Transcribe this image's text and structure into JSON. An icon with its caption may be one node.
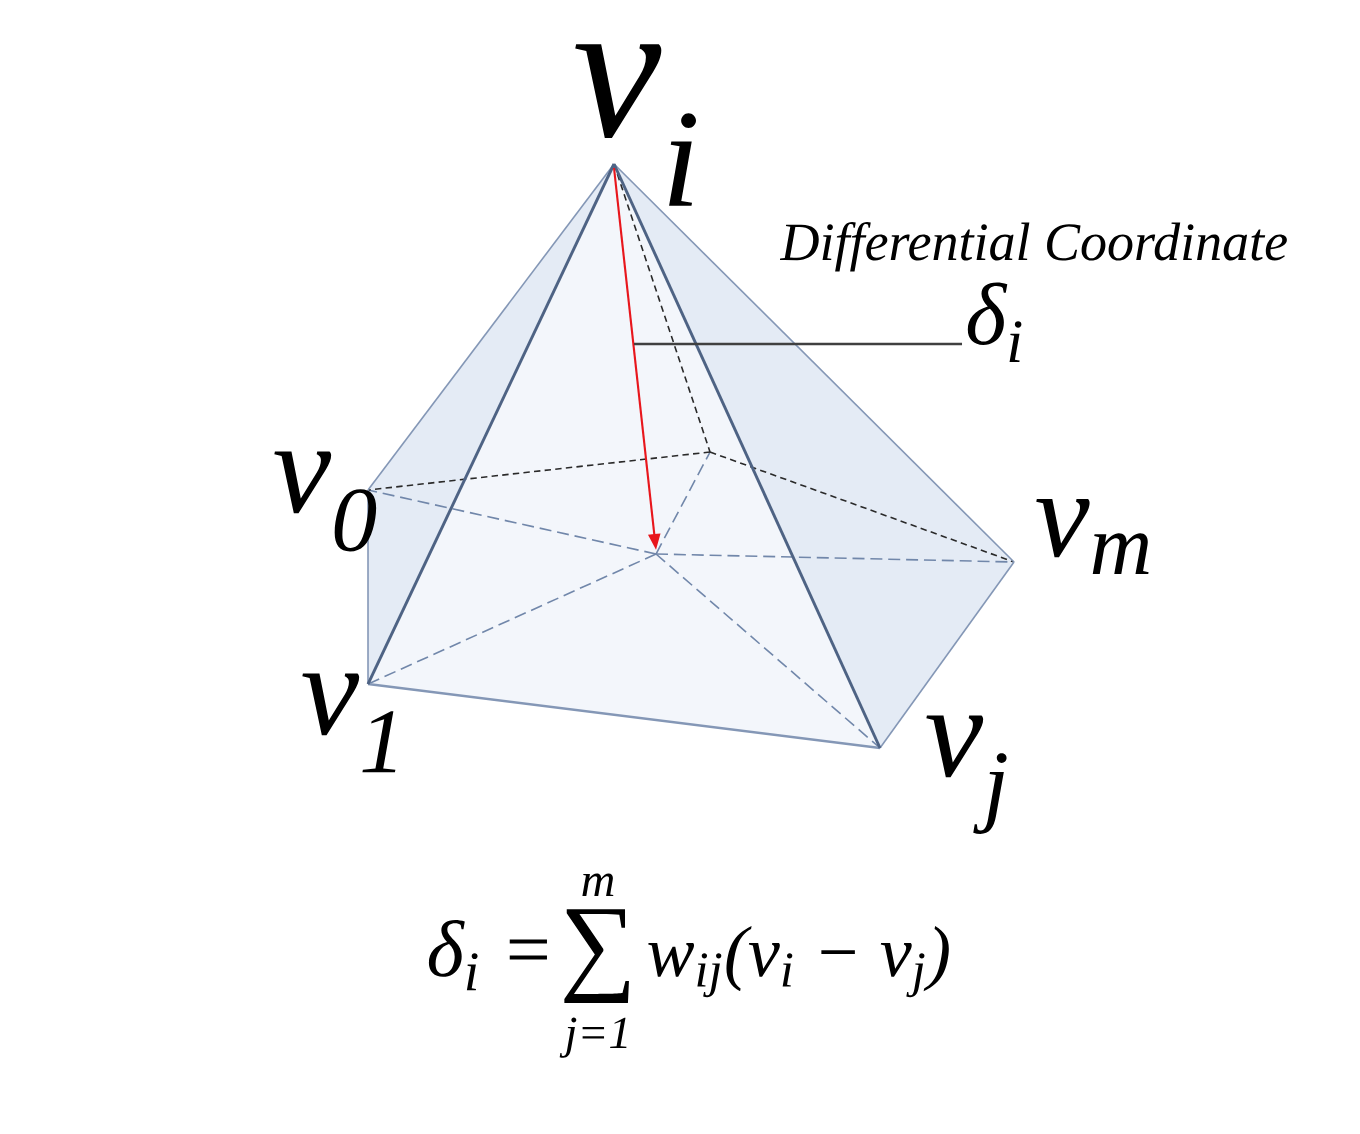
{
  "diagram": {
    "nodes": [
      {
        "text": [],
        "shape": "arrow"
      },
      {
        "text": [
          "δ$_{i}$"
        ],
        "beside": [
          "Differential Coordinate"
        ]
      }
    ],
    "edges": [
      {
        "from": 1,
        "to": 0,
        "arrow": "none"
      }
    ],
    "labels": [
      "v$_{i}$",
      "v$_{0}$",
      "v$_{m}$",
      "v$_{1}$",
      "v$_{j}$",
      "δ$_{i}$ =",
      "m",
      "∑",
      "j=1",
      "w$_{ij}$(v$_{i}$ − v$_{j}$)"
    ]
  }
}
